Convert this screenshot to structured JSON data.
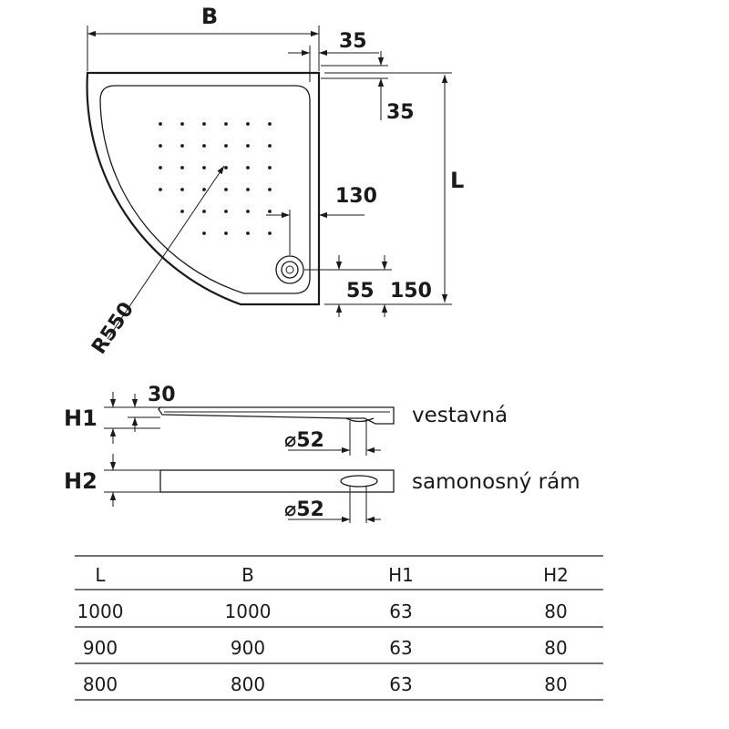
{
  "dimensions": {
    "width_label": "B",
    "length_label": "L",
    "rim_top": "35",
    "rim_side": "35",
    "drain_offset_x": "130",
    "drain_offset_y1": "55",
    "drain_offset_y2": "150",
    "radius": "R550"
  },
  "profiles": [
    {
      "height_label": "H1",
      "rim_height": "30",
      "drain_diameter": "⌀52",
      "caption": "vestavná"
    },
    {
      "height_label": "H2",
      "drain_diameter": "⌀52",
      "caption": "samonosný rám"
    }
  ],
  "table": {
    "headers": [
      "L",
      "B",
      "H1",
      "H2"
    ],
    "rows": [
      [
        "1000",
        "1000",
        "63",
        "80"
      ],
      [
        "900",
        "900",
        "63",
        "80"
      ],
      [
        "800",
        "800",
        "63",
        "80"
      ]
    ]
  }
}
